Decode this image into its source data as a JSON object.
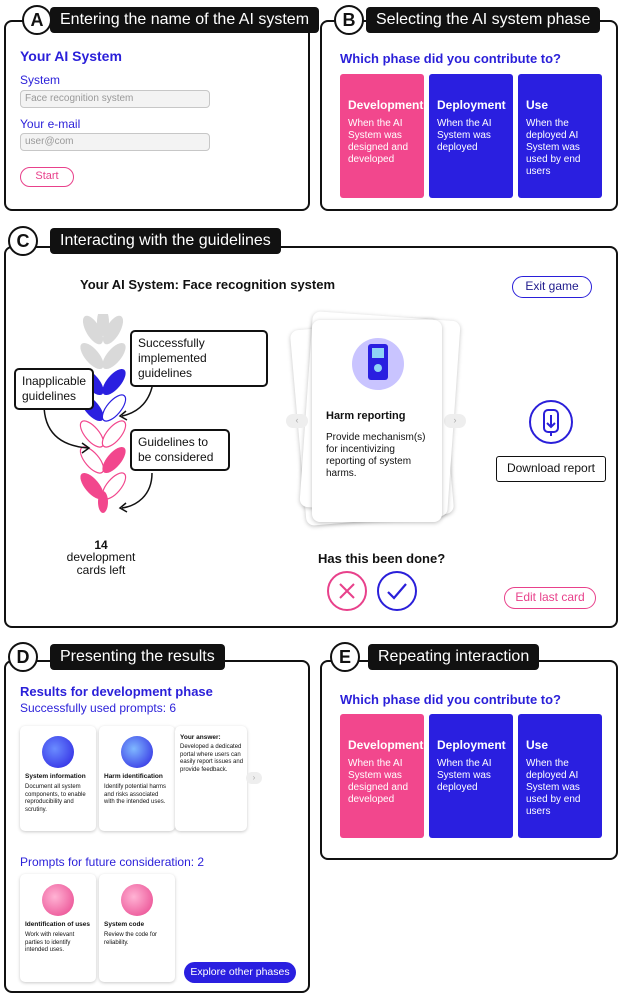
{
  "panelA": {
    "letter": "A",
    "title": "Entering the name of the AI system",
    "heading": "Your AI System",
    "system_label": "System",
    "system_value": "Face recognition system",
    "email_label": "Your e-mail",
    "email_placeholder": "user@com",
    "start_label": "Start"
  },
  "panelB": {
    "letter": "B",
    "title": "Selecting the AI system phase",
    "question": "Which phase did you contribute to?",
    "phases": [
      {
        "title": "Development",
        "desc": "When the AI System was designed and developed",
        "color": "#f2478d"
      },
      {
        "title": "Deployment",
        "desc": "When the AI System was deployed",
        "color": "#2a1fe0"
      },
      {
        "title": "Use",
        "desc": "When the deployed AI System was used by end users",
        "color": "#2a1fe0"
      }
    ]
  },
  "panelC": {
    "letter": "C",
    "title": "Interacting with the guidelines",
    "system_heading": "Your AI System: Face recognition system",
    "exit_label": "Exit game",
    "callout_success": "Successfully implemented guidelines",
    "callout_inapplicable": "Inapplicable guidelines",
    "callout_consider": "Guidelines to be considered",
    "cards_left_count": "14",
    "cards_left_label": "development cards left",
    "card_title": "Harm reporting",
    "card_desc": "Provide mechanism(s) for incentivizing reporting of system harms.",
    "download_label": "Download report",
    "question": "Has this been done?",
    "edit_label": "Edit last card",
    "leaf_counts": {
      "implemented": 3,
      "inapplicable": 4,
      "to_consider": 7
    }
  },
  "panelD": {
    "letter": "D",
    "title": "Presenting the results",
    "heading": "Results for development phase",
    "used_label": "Successfully used prompts: 6",
    "used_cards": [
      {
        "title": "System information",
        "desc": "Document all system components, to enable reproducibility and scrutiny."
      },
      {
        "title": "Harm identification",
        "desc": "Identify potential harms and risks associated with the intended uses."
      }
    ],
    "answer_title": "Your answer:",
    "answer_text": "Developed a dedicated portal where users can easily report issues and provide feedback.",
    "future_label": "Prompts for future consideration: 2",
    "future_cards": [
      {
        "title": "Identification of uses",
        "desc": "Work with relevant parties to identify intended uses."
      },
      {
        "title": "System code",
        "desc": "Review the code for reliability."
      }
    ],
    "explore_label": "Explore other phases"
  },
  "panelE": {
    "letter": "E",
    "title": "Repeating interaction",
    "question": "Which phase did you contribute to?",
    "phases": [
      {
        "title": "Development",
        "desc": "When the AI System was designed and developed",
        "color": "#f2478d"
      },
      {
        "title": "Deployment",
        "desc": "When the AI System was deployed",
        "color": "#2a1fe0"
      },
      {
        "title": "Use",
        "desc": "When the deployed AI System was used by end users",
        "color": "#2a1fe0"
      }
    ]
  },
  "colors": {
    "accent_blue": "#2a1fd9",
    "accent_pink": "#e8418b",
    "leaf_gray": "#d9d9d9"
  }
}
